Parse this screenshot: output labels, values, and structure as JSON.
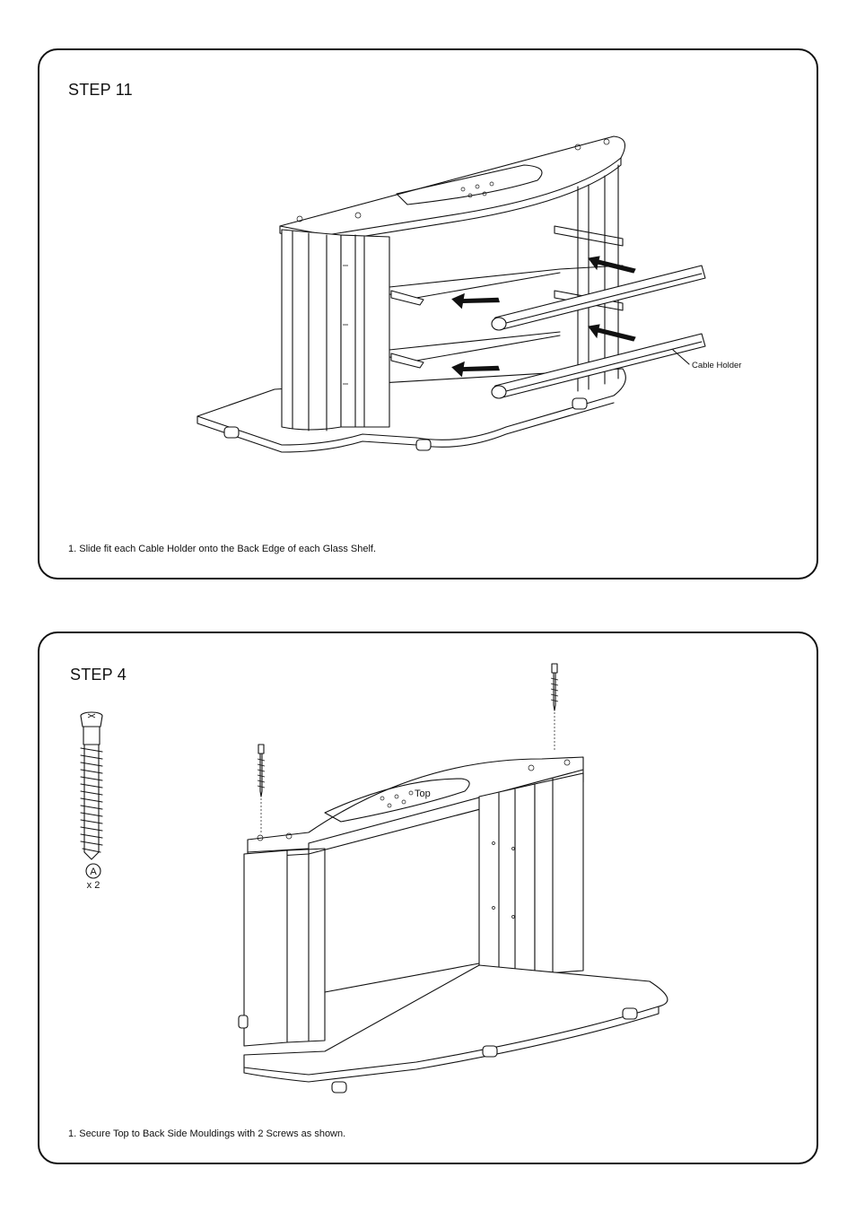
{
  "step11": {
    "title": "STEP 11",
    "callout_cable_holder": "Cable Holder",
    "instruction": "1. Slide fit each Cable Holder onto the Back Edge of each Glass Shelf."
  },
  "step4": {
    "title": "STEP 4",
    "callout_top": "Top",
    "part_letter": "A",
    "part_quantity": "x 2",
    "instruction": "1. Secure Top to Back Side Mouldings with 2 Screws as shown."
  }
}
